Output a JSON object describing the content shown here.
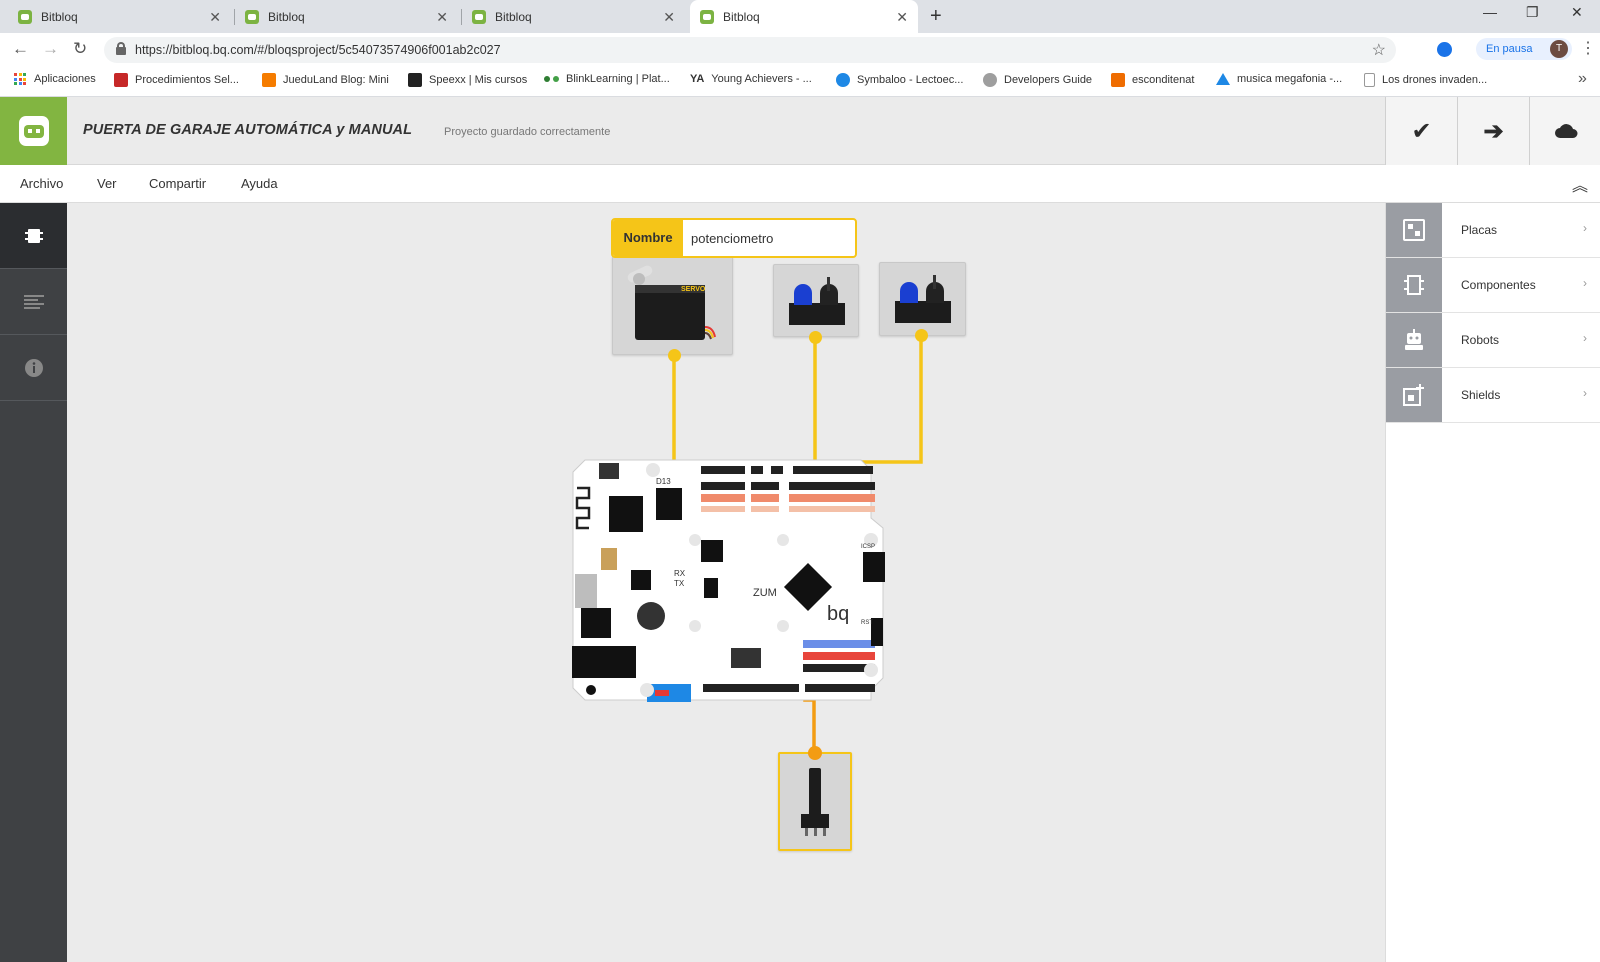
{
  "browser": {
    "tabs": [
      {
        "title": "Bitbloq",
        "active": false
      },
      {
        "title": "Bitbloq",
        "active": false
      },
      {
        "title": "Bitbloq",
        "active": false
      },
      {
        "title": "Bitbloq",
        "active": true
      }
    ],
    "url": "https://bitbloq.bq.com/#/bloqsproject/5c54073574906f001ab2c027",
    "paused_label": "En pausa",
    "avatar_letter": "T",
    "bookmarks": [
      {
        "label": "Aplicaciones",
        "color": "#e8453c"
      },
      {
        "label": "Procedimientos Sel...",
        "color": "#c62828"
      },
      {
        "label": "JueduLand Blog: Mini",
        "color": "#f57c00"
      },
      {
        "label": "Speexx | Mis cursos",
        "color": "#222222"
      },
      {
        "label": "BlinkLearning | Plat...",
        "color": "#2e7d32"
      },
      {
        "label": "Young Achievers - ...",
        "color": "#333333"
      },
      {
        "label": "Symbaloo - Lectoec...",
        "color": "#1e88e5"
      },
      {
        "label": "Developers Guide",
        "color": "#9e9e9e"
      },
      {
        "label": "esconditenat",
        "color": "#ef6c00"
      },
      {
        "label": "musica megafonia -...",
        "color": "#1e88e5"
      },
      {
        "label": "Los drones invaden...",
        "color": "#bdbdbd"
      }
    ]
  },
  "app": {
    "project_title": "PUERTA DE GARAJE AUTOMÁTICA y MANUAL",
    "save_status": "Proyecto guardado correctamente",
    "menu": [
      "Archivo",
      "Ver",
      "Compartir",
      "Ayuda"
    ],
    "right_panel": [
      {
        "label": "Placas",
        "icon": "board-icon"
      },
      {
        "label": "Componentes",
        "icon": "chip-icon"
      },
      {
        "label": "Robots",
        "icon": "robot-icon"
      },
      {
        "label": "Shields",
        "icon": "shield-board-icon"
      }
    ],
    "name_field": {
      "label": "Nombre",
      "value": "potenciometro"
    },
    "board_labels": {
      "brand": "bq",
      "model": "ZUM",
      "rx": "RX",
      "tx": "TX",
      "d13": "D13",
      "icsp": "ICSP",
      "rst": "RST"
    },
    "colors": {
      "brand_green": "#82b541",
      "wire_yellow": "#f5c518",
      "wire_orange": "#f39c12",
      "sidebar_dark": "#3f4144"
    }
  }
}
